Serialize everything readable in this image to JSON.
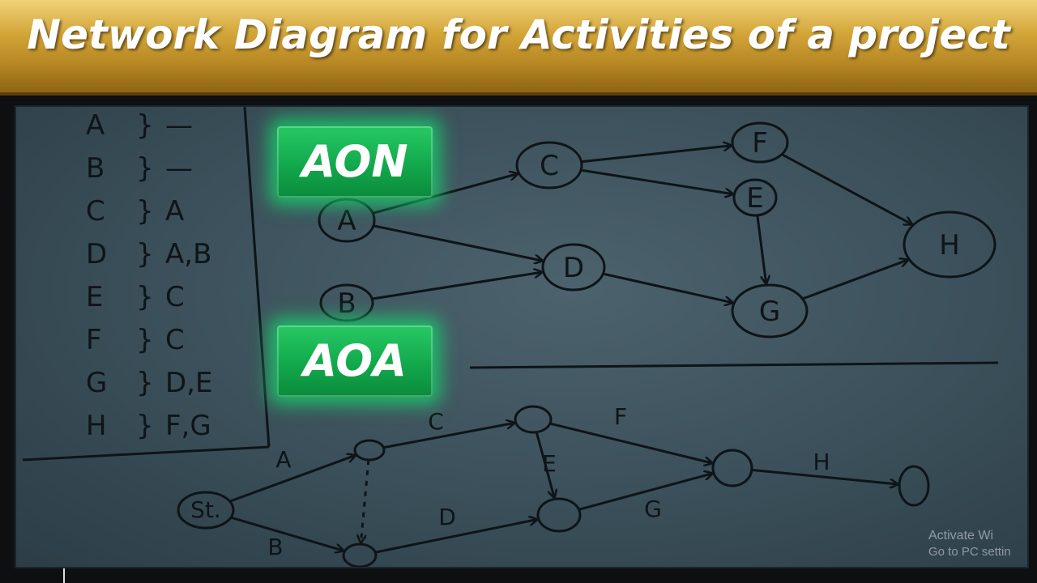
{
  "title": "Network Diagram for Activities of a project",
  "badges": {
    "aon": "AON",
    "aoa": "AOA"
  },
  "table": [
    {
      "activity": "A",
      "pred": "—"
    },
    {
      "activity": "B",
      "pred": "—"
    },
    {
      "activity": "C",
      "pred": "A"
    },
    {
      "activity": "D",
      "pred": "A,B"
    },
    {
      "activity": "E",
      "pred": "C"
    },
    {
      "activity": "F",
      "pred": "C"
    },
    {
      "activity": "G",
      "pred": "D,E"
    },
    {
      "activity": "H",
      "pred": "F,G"
    }
  ],
  "aon_nodes": [
    "A",
    "B",
    "C",
    "D",
    "E",
    "F",
    "G",
    "H"
  ],
  "aon_edges": [
    [
      "A",
      "C"
    ],
    [
      "A",
      "D"
    ],
    [
      "B",
      "D"
    ],
    [
      "C",
      "F"
    ],
    [
      "C",
      "E"
    ],
    [
      "D",
      "G"
    ],
    [
      "E",
      "G"
    ],
    [
      "F",
      "H"
    ],
    [
      "G",
      "H"
    ]
  ],
  "aoa": {
    "start_label": "St.",
    "activities": [
      "A",
      "B",
      "C",
      "D",
      "E",
      "F",
      "G",
      "H"
    ]
  },
  "watermark": {
    "line1": "Activate Wi",
    "line2": "Go to PC settin"
  },
  "colors": {
    "board": "#3f5560",
    "ink": "#0e1418",
    "badge": "#14b050",
    "title_bar": "#c9972e"
  }
}
